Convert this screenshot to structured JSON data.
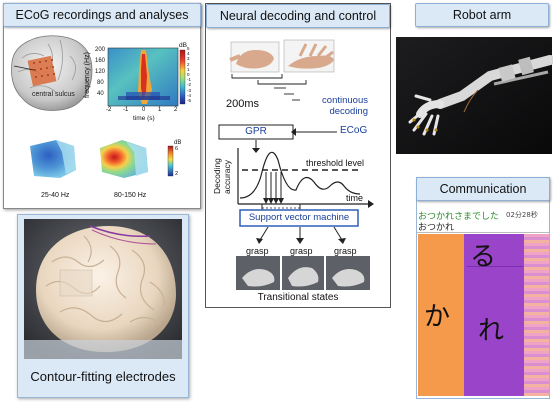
{
  "ecog": {
    "title": "ECoG recordings and analyses",
    "spectrogram": {
      "ylabel": "frequency (Hz)",
      "yticks": [
        "200",
        "160",
        "120",
        "80",
        "40"
      ],
      "xlabel": "time (s)",
      "xticks": [
        "-2",
        "-1",
        "0",
        "1",
        "2"
      ],
      "colorbar_unit": "dB",
      "colorbar_ticks": [
        "5",
        "4",
        "3",
        "2",
        "1",
        "0",
        "-1",
        "-2",
        "-3",
        "-4",
        "-5"
      ]
    },
    "brain_label": "central sulcus",
    "maps": {
      "colorbar_unit": "dB",
      "colorbar_top": "6",
      "colorbar_bottom": "2",
      "left_label": "25-40 Hz",
      "right_label": "80-150 Hz"
    }
  },
  "electrodes": {
    "caption": "Contour-fitting electrodes"
  },
  "decoding": {
    "title": "Neural decoding and control",
    "time_label": "200ms",
    "continuous_label": "continuous\ndecoding",
    "gpr_label": "GPR",
    "ecog_label": "ECoG",
    "accuracy_label": "Decoding\naccuracy",
    "threshold_label": "threshold level",
    "time_axis_label": "time",
    "svm_label": "Support vector machine",
    "grasp_labels": [
      "grasp",
      "grasp",
      "grasp"
    ],
    "transitional_label": "Transitional states"
  },
  "robot": {
    "title": "Robot arm"
  },
  "communication": {
    "title": "Communication",
    "typed_text": "おつかれさまでした",
    "timer": "02分28秒",
    "current_text": "おつかれ",
    "kana_ru": "る",
    "kana_ka": "か",
    "kana_re": "れ"
  },
  "colors": {
    "header_bg": "#dbe9f7",
    "highlight_orange": "#f59a4a",
    "highlight_purple": "#9a45c9",
    "svm_border": "#2f5fb8",
    "label_blue": "#1b3f9a"
  }
}
